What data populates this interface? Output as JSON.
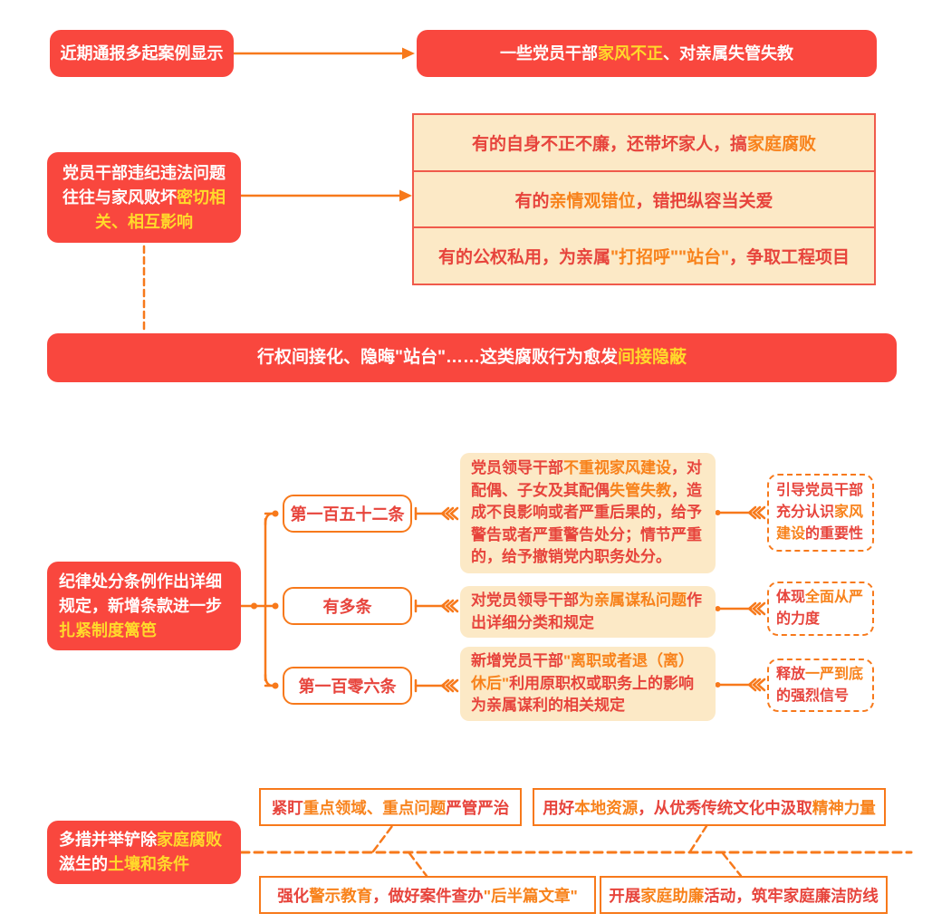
{
  "colors": {
    "red-bg": "#F9473E",
    "yellow": "#FFD92B",
    "orange": "#F7791B",
    "orange-text": "#F8821B",
    "cream": "#FCE9C6",
    "cream-border": "#F05A4B",
    "red-text": "#E7443C"
  },
  "section1": {
    "source": [
      {
        "t": "近期通报多起案例显示",
        "c": "w"
      }
    ],
    "result": [
      {
        "t": "一些党员干部",
        "c": "w"
      },
      {
        "t": "家风不正",
        "c": "y"
      },
      {
        "t": "、对亲属失管失教",
        "c": "w"
      }
    ]
  },
  "section2": {
    "cause": [
      {
        "t": "党员干部违纪违法问题往往与家风败坏",
        "c": "w"
      },
      {
        "t": "密切相关、相互影响",
        "c": "y"
      }
    ],
    "rows": [
      [
        {
          "t": "有的自身不正不廉，还带坏家人，搞",
          "c": "r"
        },
        {
          "t": "家庭腐败",
          "c": "o"
        }
      ],
      [
        {
          "t": "有的",
          "c": "r"
        },
        {
          "t": "亲情观错位",
          "c": "o"
        },
        {
          "t": "，错把纵容当关爱",
          "c": "r"
        }
      ],
      [
        {
          "t": "有的公权私用，为亲属",
          "c": "r"
        },
        {
          "t": "\"打招呼\"\"站台\"",
          "c": "o"
        },
        {
          "t": "，争取工程项目",
          "c": "r"
        }
      ]
    ],
    "banner": [
      {
        "t": "行权间接化、隐晦\"站台\"……这类腐败行为愈发",
        "c": "w"
      },
      {
        "t": "间接隐蔽",
        "c": "y"
      }
    ]
  },
  "section3": {
    "intro": [
      {
        "t": "纪律处分条例作出详细规定，新增条款进一步",
        "c": "w"
      },
      {
        "t": "扎紧制度篱笆",
        "c": "y"
      }
    ],
    "rows": [
      {
        "label": [
          {
            "t": "第一百五十二条",
            "c": "r"
          }
        ],
        "detail": [
          {
            "t": "党员领导干部",
            "c": "r"
          },
          {
            "t": "不重视家风建设",
            "c": "o"
          },
          {
            "t": "，对配偶、子女及其配偶",
            "c": "r"
          },
          {
            "t": "失管失教",
            "c": "o"
          },
          {
            "t": "，造成不良影响或者严重后果的，给予警告或者严重警告处分；情节严重的，给予撤销党内职务处分。",
            "c": "r"
          }
        ],
        "takeaway": [
          {
            "t": "引导党员干部充分认识",
            "c": "r"
          },
          {
            "t": "家风建设",
            "c": "o"
          },
          {
            "t": "的重要性",
            "c": "r"
          }
        ]
      },
      {
        "label": [
          {
            "t": "有多条",
            "c": "r"
          }
        ],
        "detail": [
          {
            "t": "对党员领导干部",
            "c": "r"
          },
          {
            "t": "为亲属谋私问题",
            "c": "o"
          },
          {
            "t": "作出详细分类和规定",
            "c": "r"
          }
        ],
        "takeaway": [
          {
            "t": "体现",
            "c": "r"
          },
          {
            "t": "全面从严",
            "c": "o"
          },
          {
            "t": "的力度",
            "c": "r"
          }
        ]
      },
      {
        "label": [
          {
            "t": "第一百零六条",
            "c": "r"
          }
        ],
        "detail": [
          {
            "t": "新增党员干部",
            "c": "r"
          },
          {
            "t": "\"离职或者退（离）休后\"",
            "c": "o"
          },
          {
            "t": "利用原职权或职务上的影响为亲属谋利的相关规定",
            "c": "r"
          }
        ],
        "takeaway": [
          {
            "t": "释放",
            "c": "r"
          },
          {
            "t": "一严到底",
            "c": "o"
          },
          {
            "t": "的强烈信号",
            "c": "r"
          }
        ]
      }
    ]
  },
  "section4": {
    "intro": [
      {
        "t": "多措并举铲除",
        "c": "w"
      },
      {
        "t": "家庭腐败",
        "c": "y"
      },
      {
        "t": "滋生的",
        "c": "w"
      },
      {
        "t": "土壤和条件",
        "c": "y"
      }
    ],
    "measures": [
      [
        {
          "t": "紧盯",
          "c": "r"
        },
        {
          "t": "重点领域、重点问题",
          "c": "o"
        },
        {
          "t": "严管严治",
          "c": "r"
        }
      ],
      [
        {
          "t": "用好",
          "c": "r"
        },
        {
          "t": "本地资源",
          "c": "o"
        },
        {
          "t": "，从优秀传统文化中汲取",
          "c": "r"
        },
        {
          "t": "精神力量",
          "c": "o"
        }
      ],
      [
        {
          "t": "强化",
          "c": "r"
        },
        {
          "t": "警示教育",
          "c": "o"
        },
        {
          "t": "，做好案件查办",
          "c": "r"
        },
        {
          "t": "\"后半篇文章\"",
          "c": "o"
        }
      ],
      [
        {
          "t": "开展",
          "c": "r"
        },
        {
          "t": "家庭助廉",
          "c": "o"
        },
        {
          "t": "活动，筑牢家庭廉洁防线",
          "c": "r"
        }
      ]
    ]
  }
}
